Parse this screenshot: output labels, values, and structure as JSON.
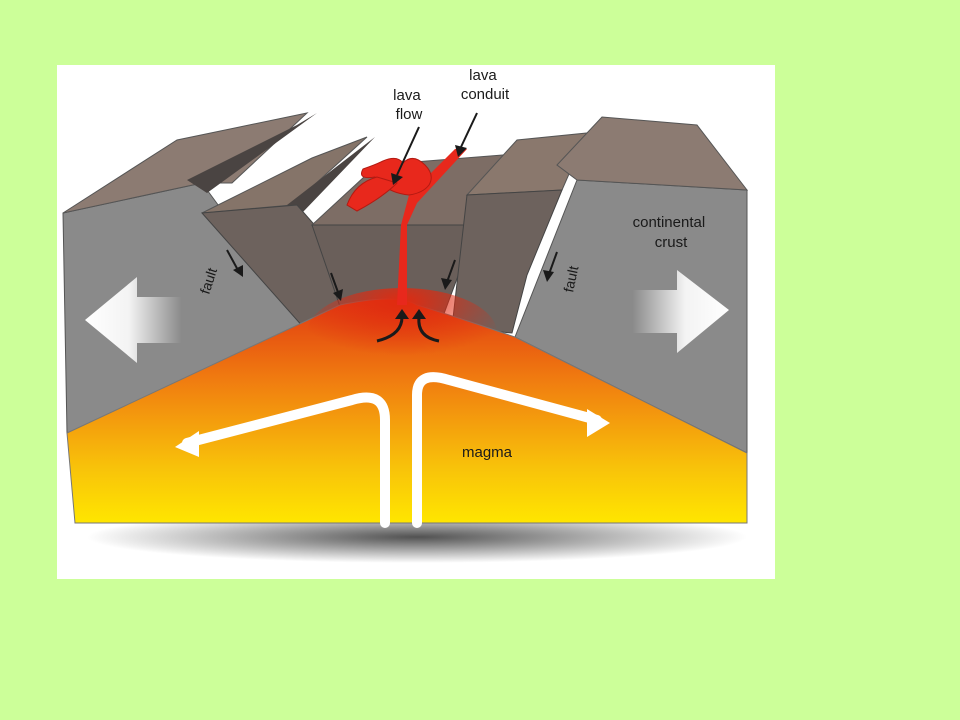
{
  "slide": {
    "background": "#ccff99"
  },
  "diagram": {
    "labels": {
      "lava_flow": [
        "lava",
        "flow"
      ],
      "lava_conduit": [
        "lava",
        "conduit"
      ],
      "continental_crust": [
        "continental",
        "crust"
      ],
      "fault_left": "fault",
      "fault_right": "fault",
      "magma": "magma"
    },
    "colors": {
      "crust_face": "#8a8a8a",
      "crust_top": "#8c7b72",
      "fault_block": "#6d625d",
      "lava": "#e8281c",
      "magma_hot": "#e03a12",
      "magma_cool": "#ffe600",
      "arrows": "#ffffff"
    },
    "icons": [
      "spreading-arrow-left-icon",
      "spreading-arrow-right-icon",
      "convection-arrow-icon",
      "fault-motion-arrow-icon"
    ]
  }
}
